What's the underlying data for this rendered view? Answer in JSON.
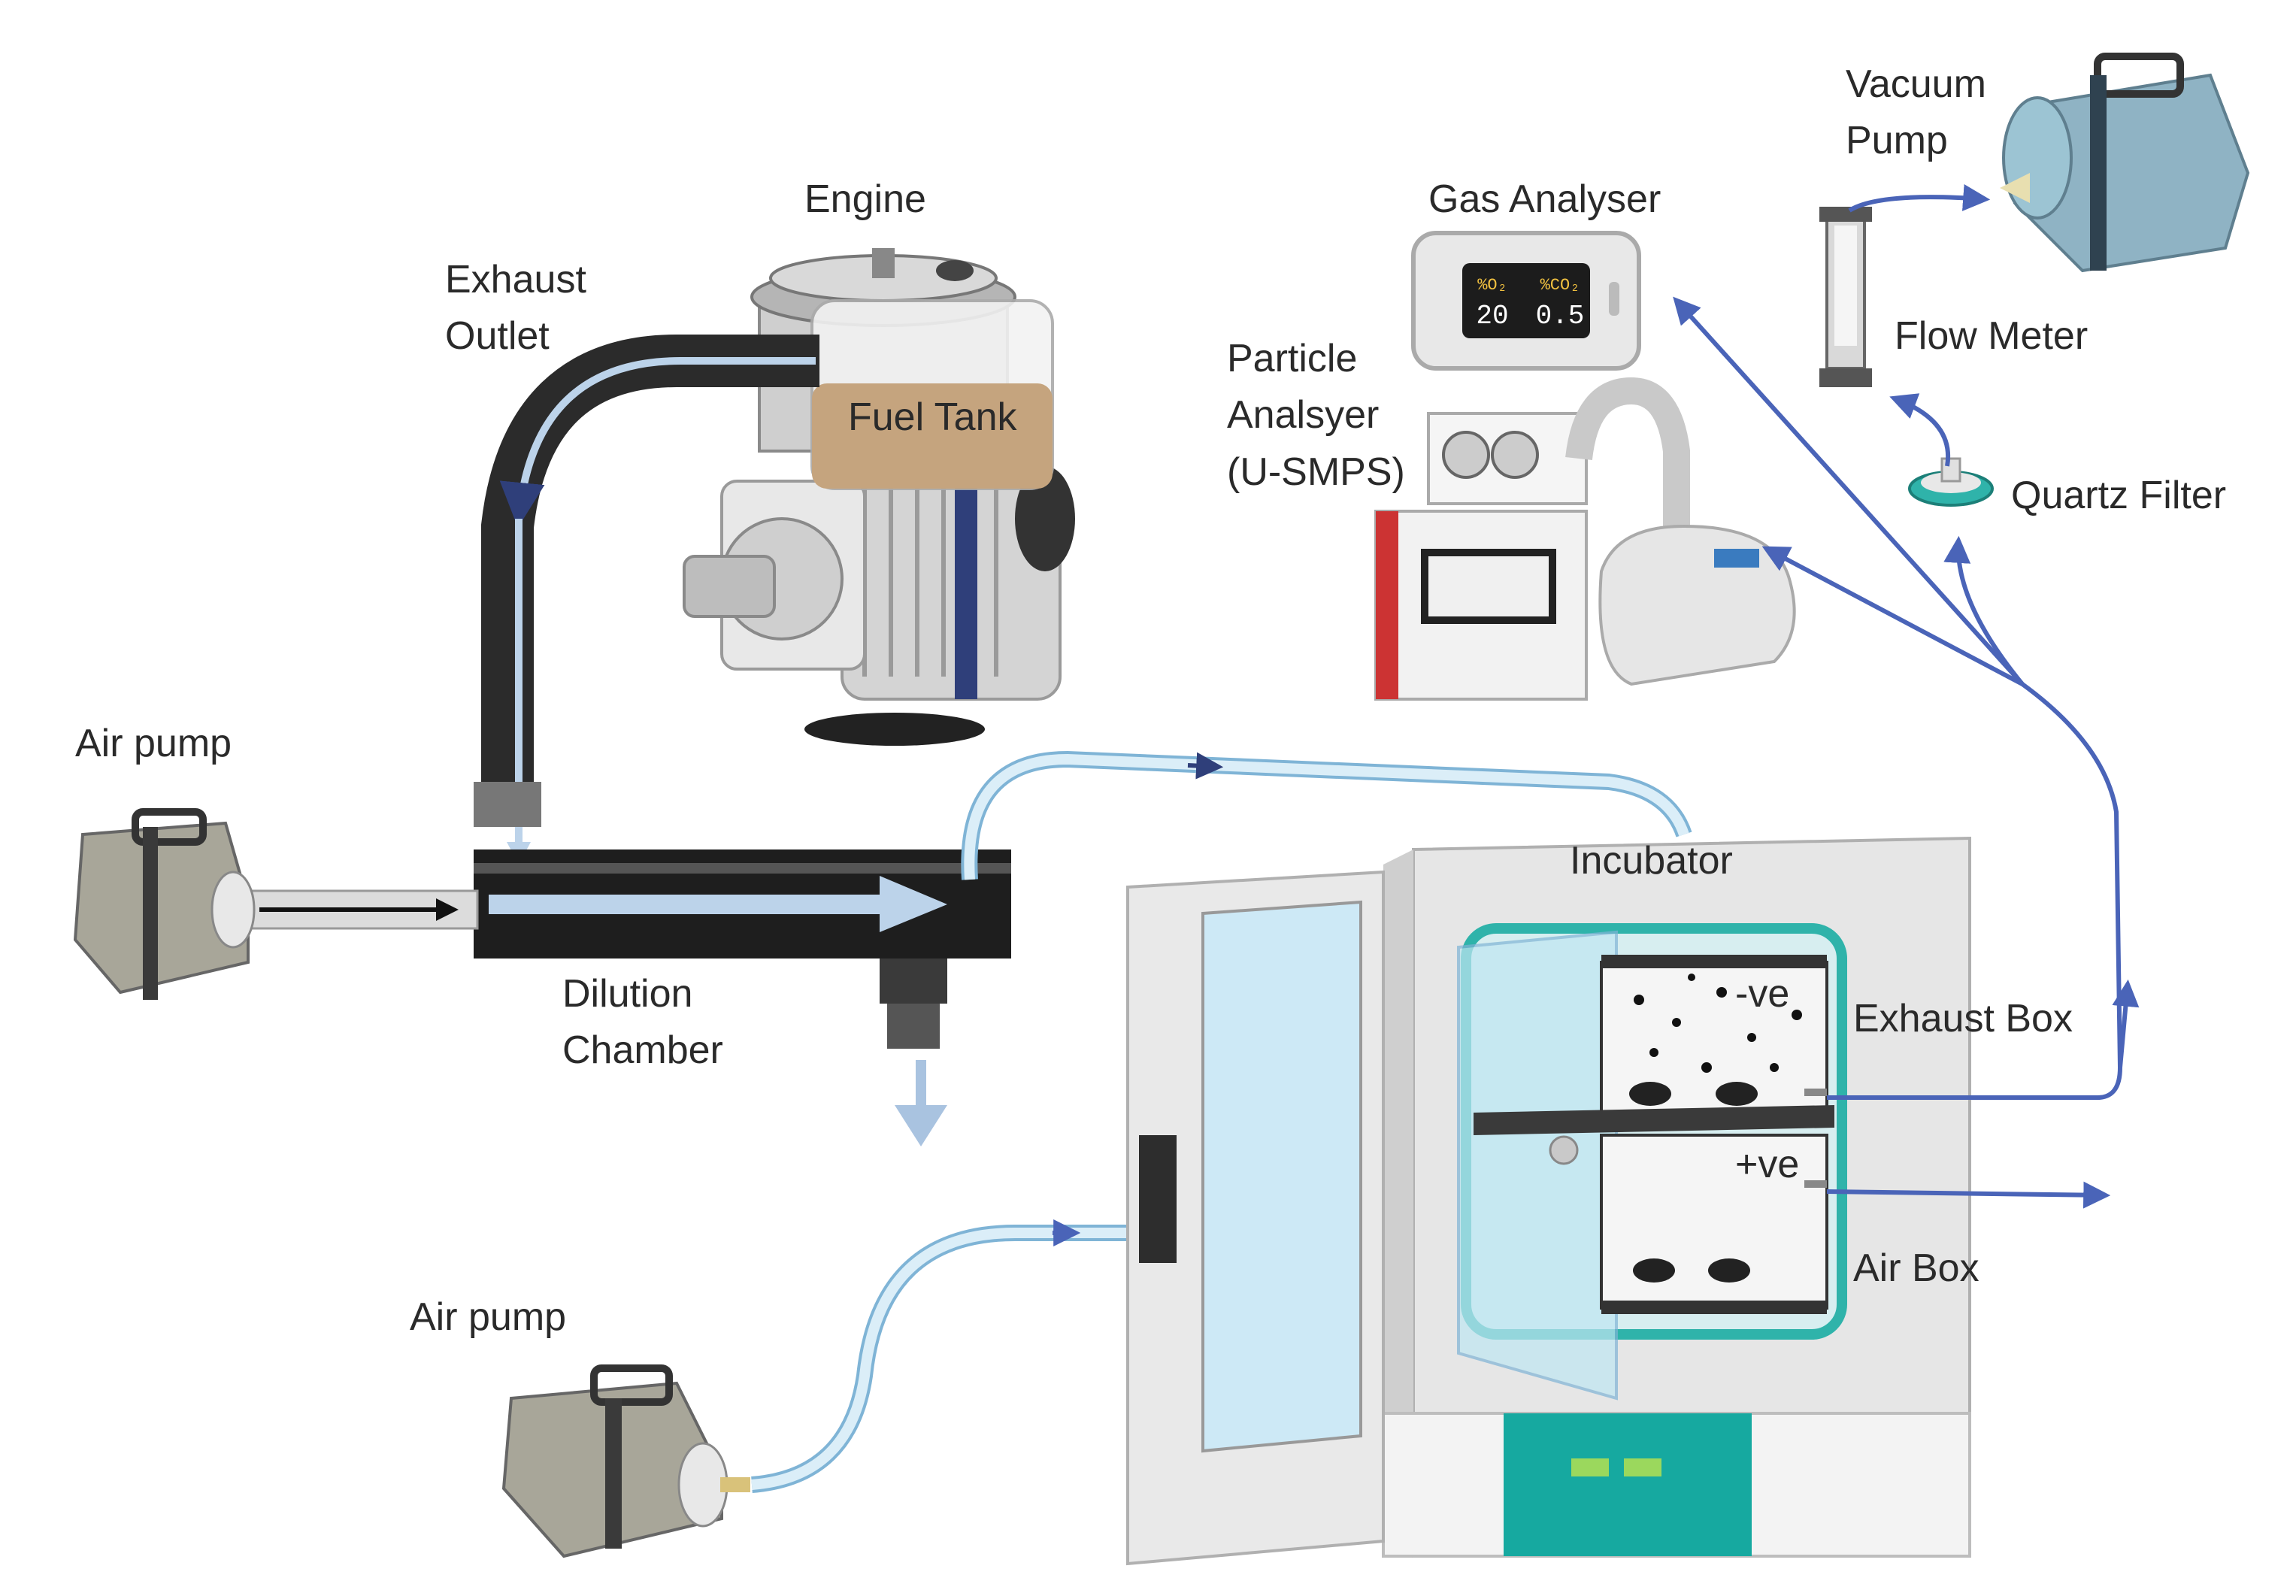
{
  "labels": {
    "engine": "Engine",
    "exhaust_outlet": [
      "Exhaust",
      "Outlet"
    ],
    "fuel_tank": "Fuel Tank",
    "gas_analyser": "Gas Analyser",
    "vacuum_pump": [
      "Vacuum",
      "Pump"
    ],
    "flow_meter": "Flow Meter",
    "quartz_filter": "Quartz Filter",
    "particle_analyser": [
      "Particle",
      "Analsyer",
      "(U-SMPS)"
    ],
    "air_pump_top": "Air pump",
    "air_pump_bottom": "Air pump",
    "dilution_chamber": [
      "Dilution",
      "Chamber"
    ],
    "incubator": "Incubator",
    "exhaust_box": "Exhaust Box",
    "air_box": "Air Box",
    "neg_pressure": "-ve",
    "pos_pressure": "+ve"
  },
  "gas_display": {
    "o2_header": "%O₂",
    "co2_header": "%CO₂",
    "o2_value": "20",
    "co2_value": "0.5"
  },
  "colors": {
    "flow_line": "#4a64b8",
    "tube_fill": "#dbeef8",
    "tube_edge": "#7fb4d6",
    "exhaust_pipe": "#2b2b2b",
    "incubator_body": "#e6e6e6",
    "incubator_base": "#16a9a0",
    "box_teal": "#2fb3aa"
  }
}
